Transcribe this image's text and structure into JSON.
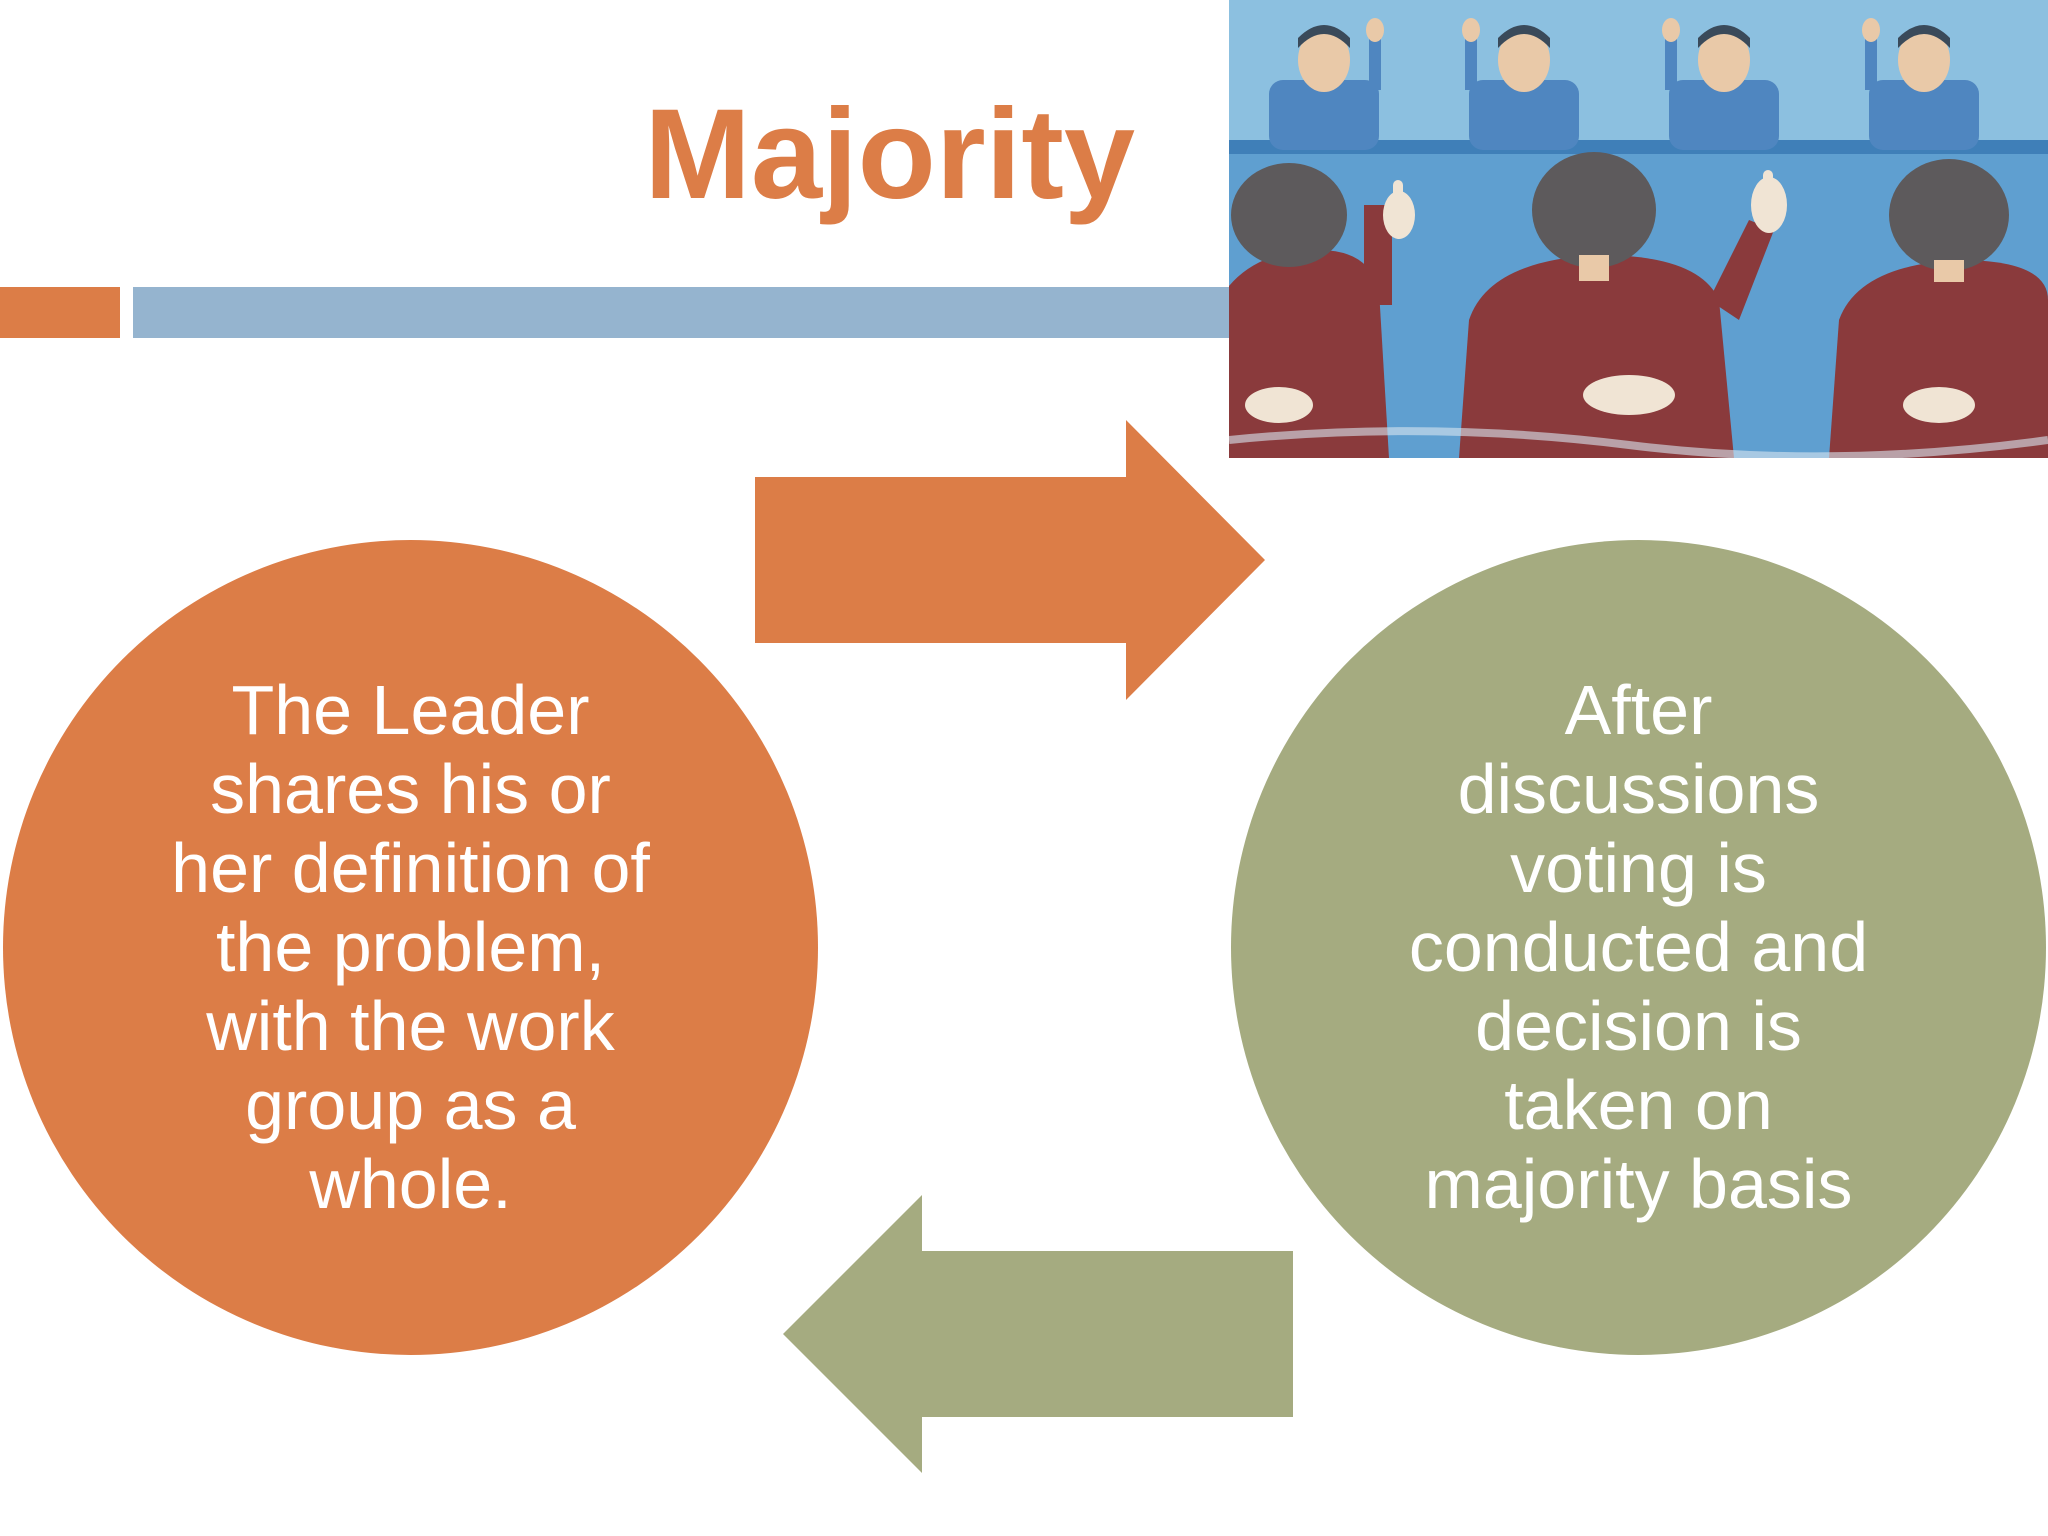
{
  "slide": {
    "title": "Majority"
  },
  "colors": {
    "title": "#dc7d47",
    "orange": "#dc7d47",
    "blue_bar": "#95b4cf",
    "olive": "#a5ab80"
  },
  "diagram": {
    "left_node": {
      "text": "The Leader\nshares his or\nher definition of\nthe problem,\nwith the work\ngroup as a\nwhole."
    },
    "right_node": {
      "text": "After\ndiscussions\nvoting is\nconducted and\ndecision is\ntaken on\nmajority basis"
    },
    "arrows": [
      {
        "direction": "right",
        "color": "#dc7d47"
      },
      {
        "direction": "left",
        "color": "#a5ab80"
      }
    ]
  }
}
